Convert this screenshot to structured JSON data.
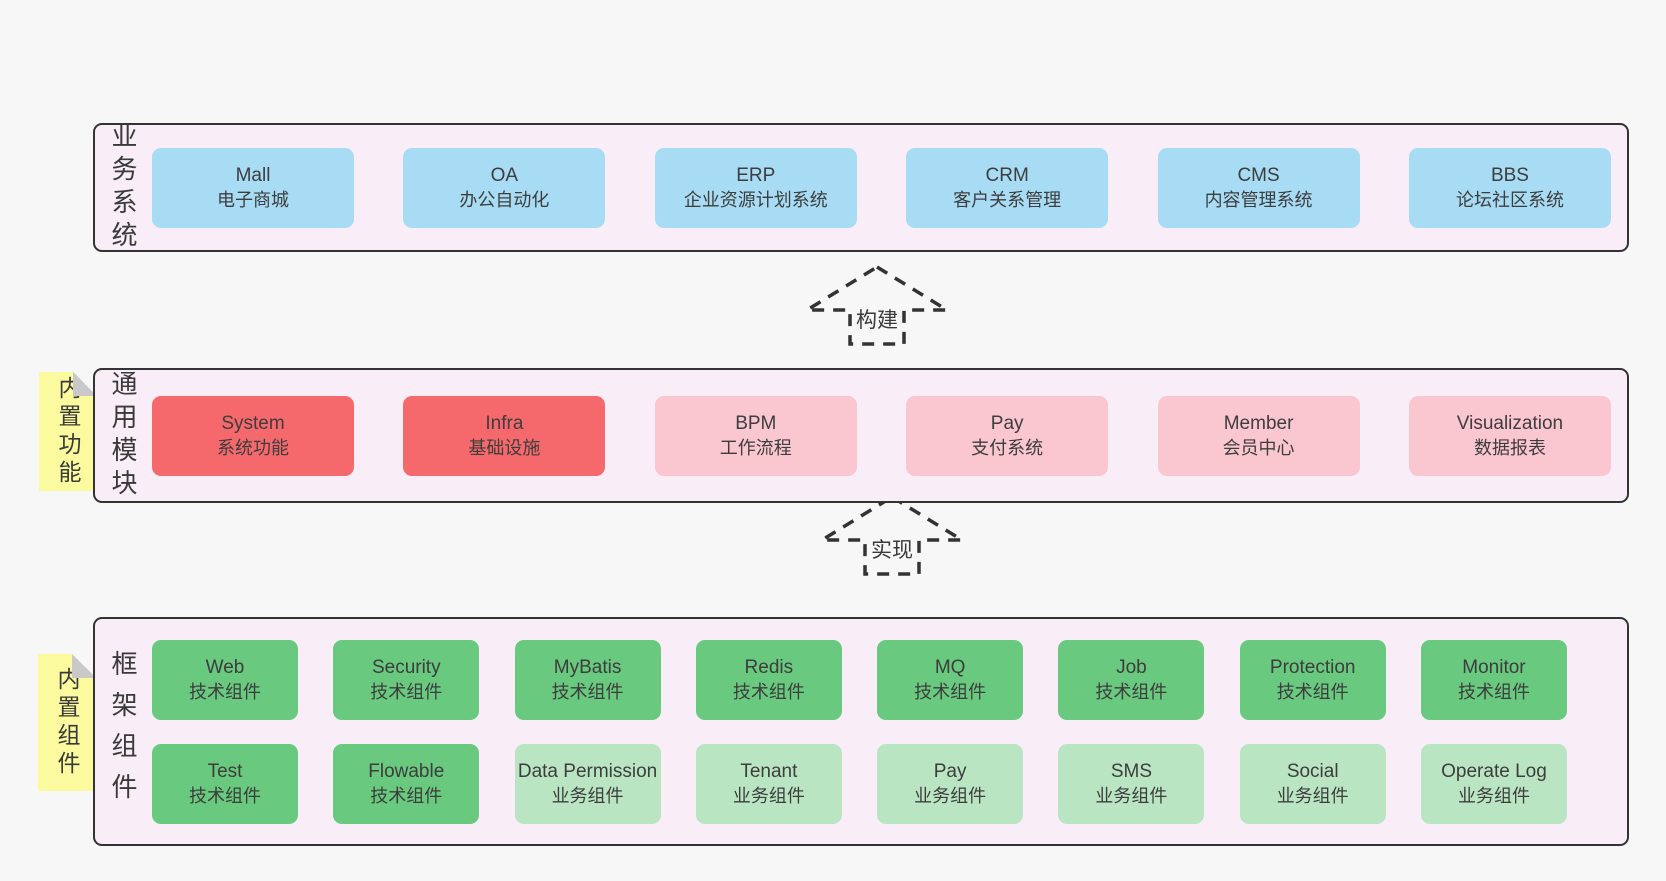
{
  "colors": {
    "page_bg": "#f7f7f7",
    "layer_bg": "#f9edf7",
    "layer_border": "#333333",
    "blue_box": "#a8dcf5",
    "red_box": "#f5696d",
    "pink_box": "#fac7d1",
    "green_box": "#68c97f",
    "light_green_box": "#bae5c3",
    "sticky_yellow": "#fbfa9f",
    "text": "#3d3d3d"
  },
  "arrows": [
    {
      "label": "构建"
    },
    {
      "label": "实现"
    }
  ],
  "layers": [
    {
      "id": "business",
      "label": "业务系统",
      "boxes": [
        {
          "title": "Mall",
          "subtitle": "电子商城"
        },
        {
          "title": "OA",
          "subtitle": "办公自动化"
        },
        {
          "title": "ERP",
          "subtitle": "企业资源计划系统"
        },
        {
          "title": "CRM",
          "subtitle": "客户关系管理"
        },
        {
          "title": "CMS",
          "subtitle": "内容管理系统"
        },
        {
          "title": "BBS",
          "subtitle": "论坛社区系统"
        }
      ]
    },
    {
      "id": "modules",
      "label": "通用模块",
      "sticky": "内置功能",
      "boxes": [
        {
          "title": "System",
          "subtitle": "系统功能"
        },
        {
          "title": "Infra",
          "subtitle": "基础设施"
        },
        {
          "title": "BPM",
          "subtitle": "工作流程"
        },
        {
          "title": "Pay",
          "subtitle": "支付系统"
        },
        {
          "title": "Member",
          "subtitle": "会员中心"
        },
        {
          "title": "Visualization",
          "subtitle": "数据报表"
        }
      ]
    },
    {
      "id": "framework",
      "label": "框架组件",
      "sticky": "内置组件",
      "rows": [
        [
          {
            "title": "Web",
            "subtitle": "技术组件"
          },
          {
            "title": "Security",
            "subtitle": "技术组件"
          },
          {
            "title": "MyBatis",
            "subtitle": "技术组件"
          },
          {
            "title": "Redis",
            "subtitle": "技术组件"
          },
          {
            "title": "MQ",
            "subtitle": "技术组件"
          },
          {
            "title": "Job",
            "subtitle": "技术组件"
          },
          {
            "title": "Protection",
            "subtitle": "技术组件"
          },
          {
            "title": "Monitor",
            "subtitle": "技术组件"
          }
        ],
        [
          {
            "title": "Test",
            "subtitle": "技术组件"
          },
          {
            "title": "Flowable",
            "subtitle": "技术组件"
          },
          {
            "title": "Data Permission",
            "subtitle": "业务组件"
          },
          {
            "title": "Tenant",
            "subtitle": "业务组件"
          },
          {
            "title": "Pay",
            "subtitle": "业务组件"
          },
          {
            "title": "SMS",
            "subtitle": "业务组件"
          },
          {
            "title": "Social",
            "subtitle": "业务组件"
          },
          {
            "title": "Operate Log",
            "subtitle": "业务组件"
          }
        ]
      ]
    }
  ]
}
